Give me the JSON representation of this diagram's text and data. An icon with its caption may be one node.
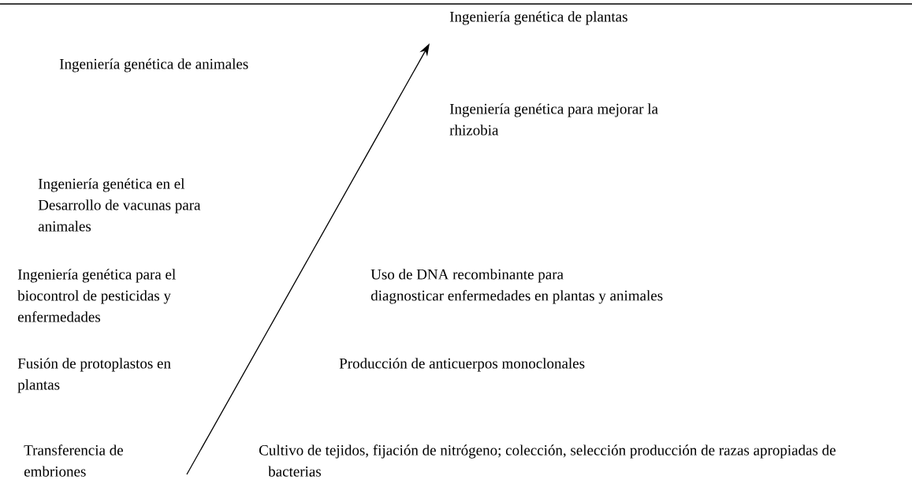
{
  "diagram": {
    "labels": [
      "Ingeniería genética de plantas",
      "Ingeniería genética de animales",
      "Ingeniería genética para mejorar la rhizobia",
      "Ingeniería genética en el Desarrollo de vacunas para animales",
      "Ingeniería genética para el biocontrol de pesticidas y enfermedades",
      "Uso de DNA recombinante para diagnosticar enfermedades en plantas y animales",
      "Fusión de protoplastos en plantas",
      "Producción de anticuerpos monoclonales",
      "Transferencia de embriones",
      "Cultivo de tejidos, fijación de nitrógeno; colección, selección producción de razas apropiadas de bacterias"
    ]
  }
}
